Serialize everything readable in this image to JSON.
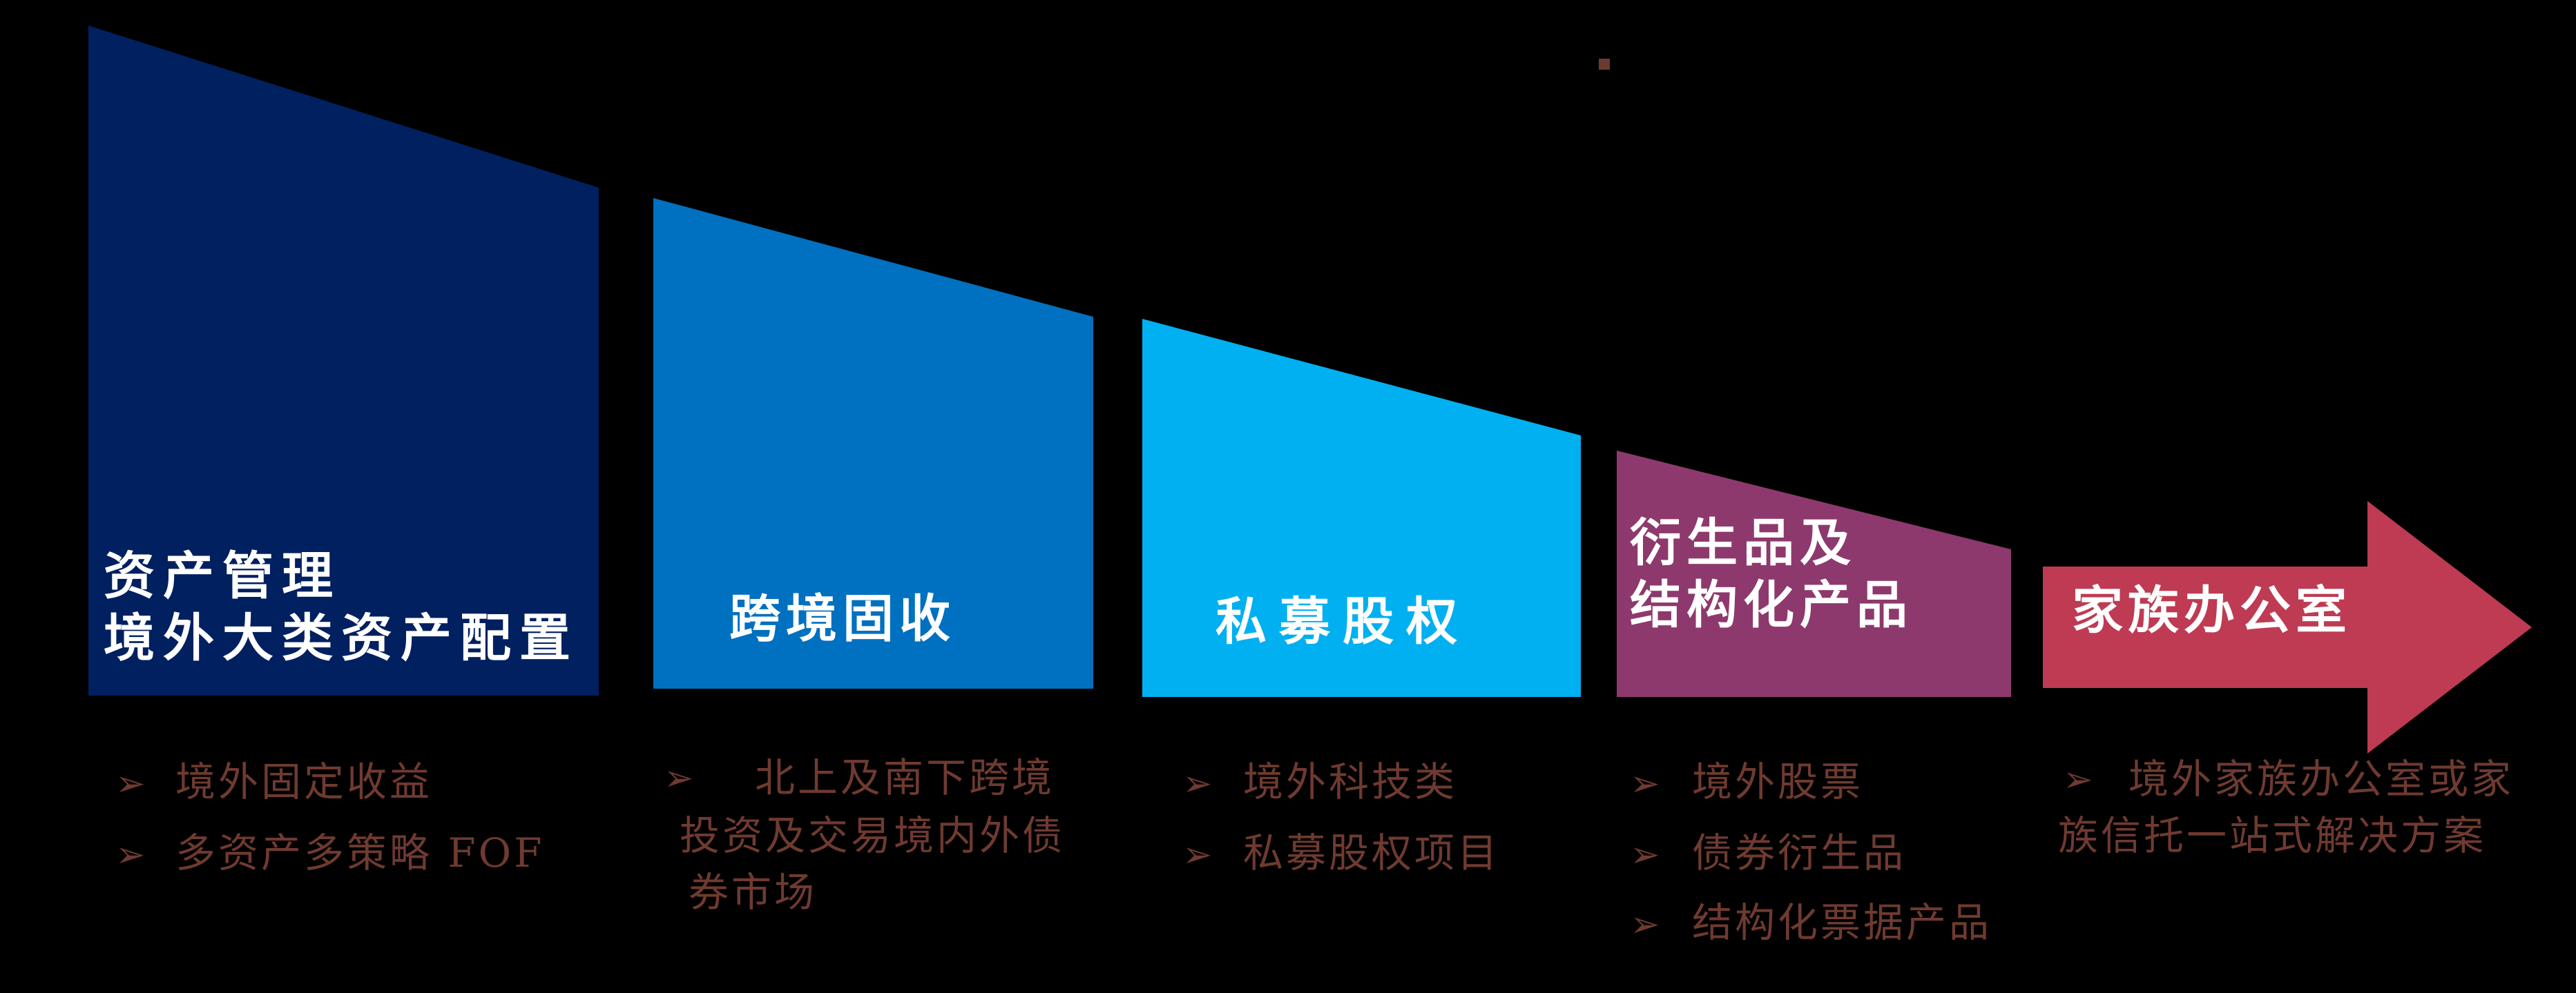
{
  "background_color": "#000000",
  "text_colors": {
    "stage_title": "#FFFFFF",
    "bullet_text": "#6F3A30"
  },
  "decor": {
    "dot_color": "#6B3A33"
  },
  "bullet_marker_glyph": "➢",
  "stages": [
    {
      "id": "asset-management",
      "color": "#002060",
      "title_lines": [
        "资产管理",
        "境外大类资产配置"
      ],
      "bullets": [
        {
          "marker": "➢",
          "lines": [
            "境外固定收益"
          ]
        },
        {
          "marker": "➢",
          "lines": [
            "多资产多策略 FOF"
          ]
        }
      ]
    },
    {
      "id": "cross-border-fixed-income",
      "color": "#0070C0",
      "title_lines": [
        "跨境固收"
      ],
      "bullets": [
        {
          "marker": "➢",
          "lines": [
            "北上及南下跨境",
            "投资及交易境内外债",
            "券市场"
          ]
        }
      ]
    },
    {
      "id": "private-equity",
      "color": "#00B0F0",
      "title_lines": [
        "私募股权"
      ],
      "bullets": [
        {
          "marker": "➢",
          "lines": [
            "境外科技类"
          ]
        },
        {
          "marker": "➢",
          "lines": [
            "私募股权项目"
          ]
        }
      ]
    },
    {
      "id": "derivatives-structured-products",
      "color": "#8E396D",
      "title_lines": [
        "衍生品及",
        "结构化产品"
      ],
      "bullets": [
        {
          "marker": "➢",
          "lines": [
            "境外股票"
          ]
        },
        {
          "marker": "➢",
          "lines": [
            "债券衍生品"
          ]
        },
        {
          "marker": "➢",
          "lines": [
            "结构化票据产品"
          ]
        }
      ]
    },
    {
      "id": "family-office",
      "color": "#BE3B53",
      "shape": "arrow",
      "title_lines": [
        "家族办公室"
      ],
      "bullets": [
        {
          "marker": "➢",
          "lines": [
            "境外家族办公室或家",
            "族信托一站式解决方案"
          ]
        }
      ]
    }
  ]
}
